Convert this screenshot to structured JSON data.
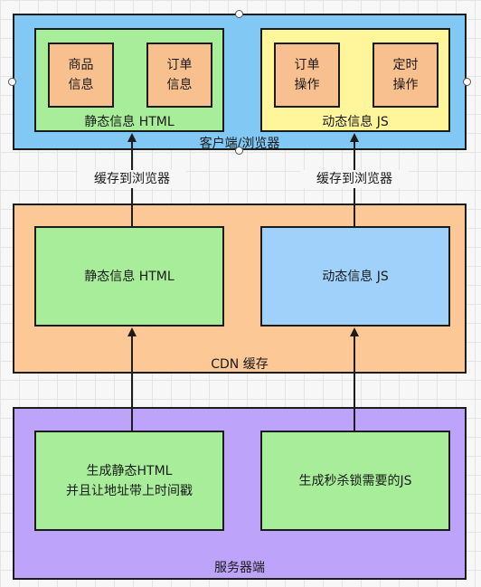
{
  "colors": {
    "client": "#82c8f5",
    "green": "#a8ee9a",
    "yellow": "#fff59a",
    "orange": "#fbc896",
    "blue": "#9fd1fa",
    "server": "#bda3f9",
    "item": "#f9c08f",
    "stroke": "#1c1c1c"
  },
  "client": {
    "title": "客户端/浏览器",
    "static_group": {
      "label": "静态信息 HTML",
      "items": [
        "商品\n信息",
        "订单\n信息"
      ]
    },
    "dynamic_group": {
      "label": "动态信息 JS",
      "items": [
        "订单\n操作",
        "定时\n操作"
      ]
    }
  },
  "edges": {
    "cache_left": "缓存到浏览器",
    "cache_right": "缓存到浏览器"
  },
  "cdn": {
    "title": "CDN 缓存",
    "static_box": "静态信息 HTML",
    "dynamic_box": "动态信息 JS"
  },
  "server": {
    "title": "服务器端",
    "left_box": "生成静态HTML\n并且让地址带上时间戳",
    "right_box": "生成秒杀锁需要的JS"
  }
}
